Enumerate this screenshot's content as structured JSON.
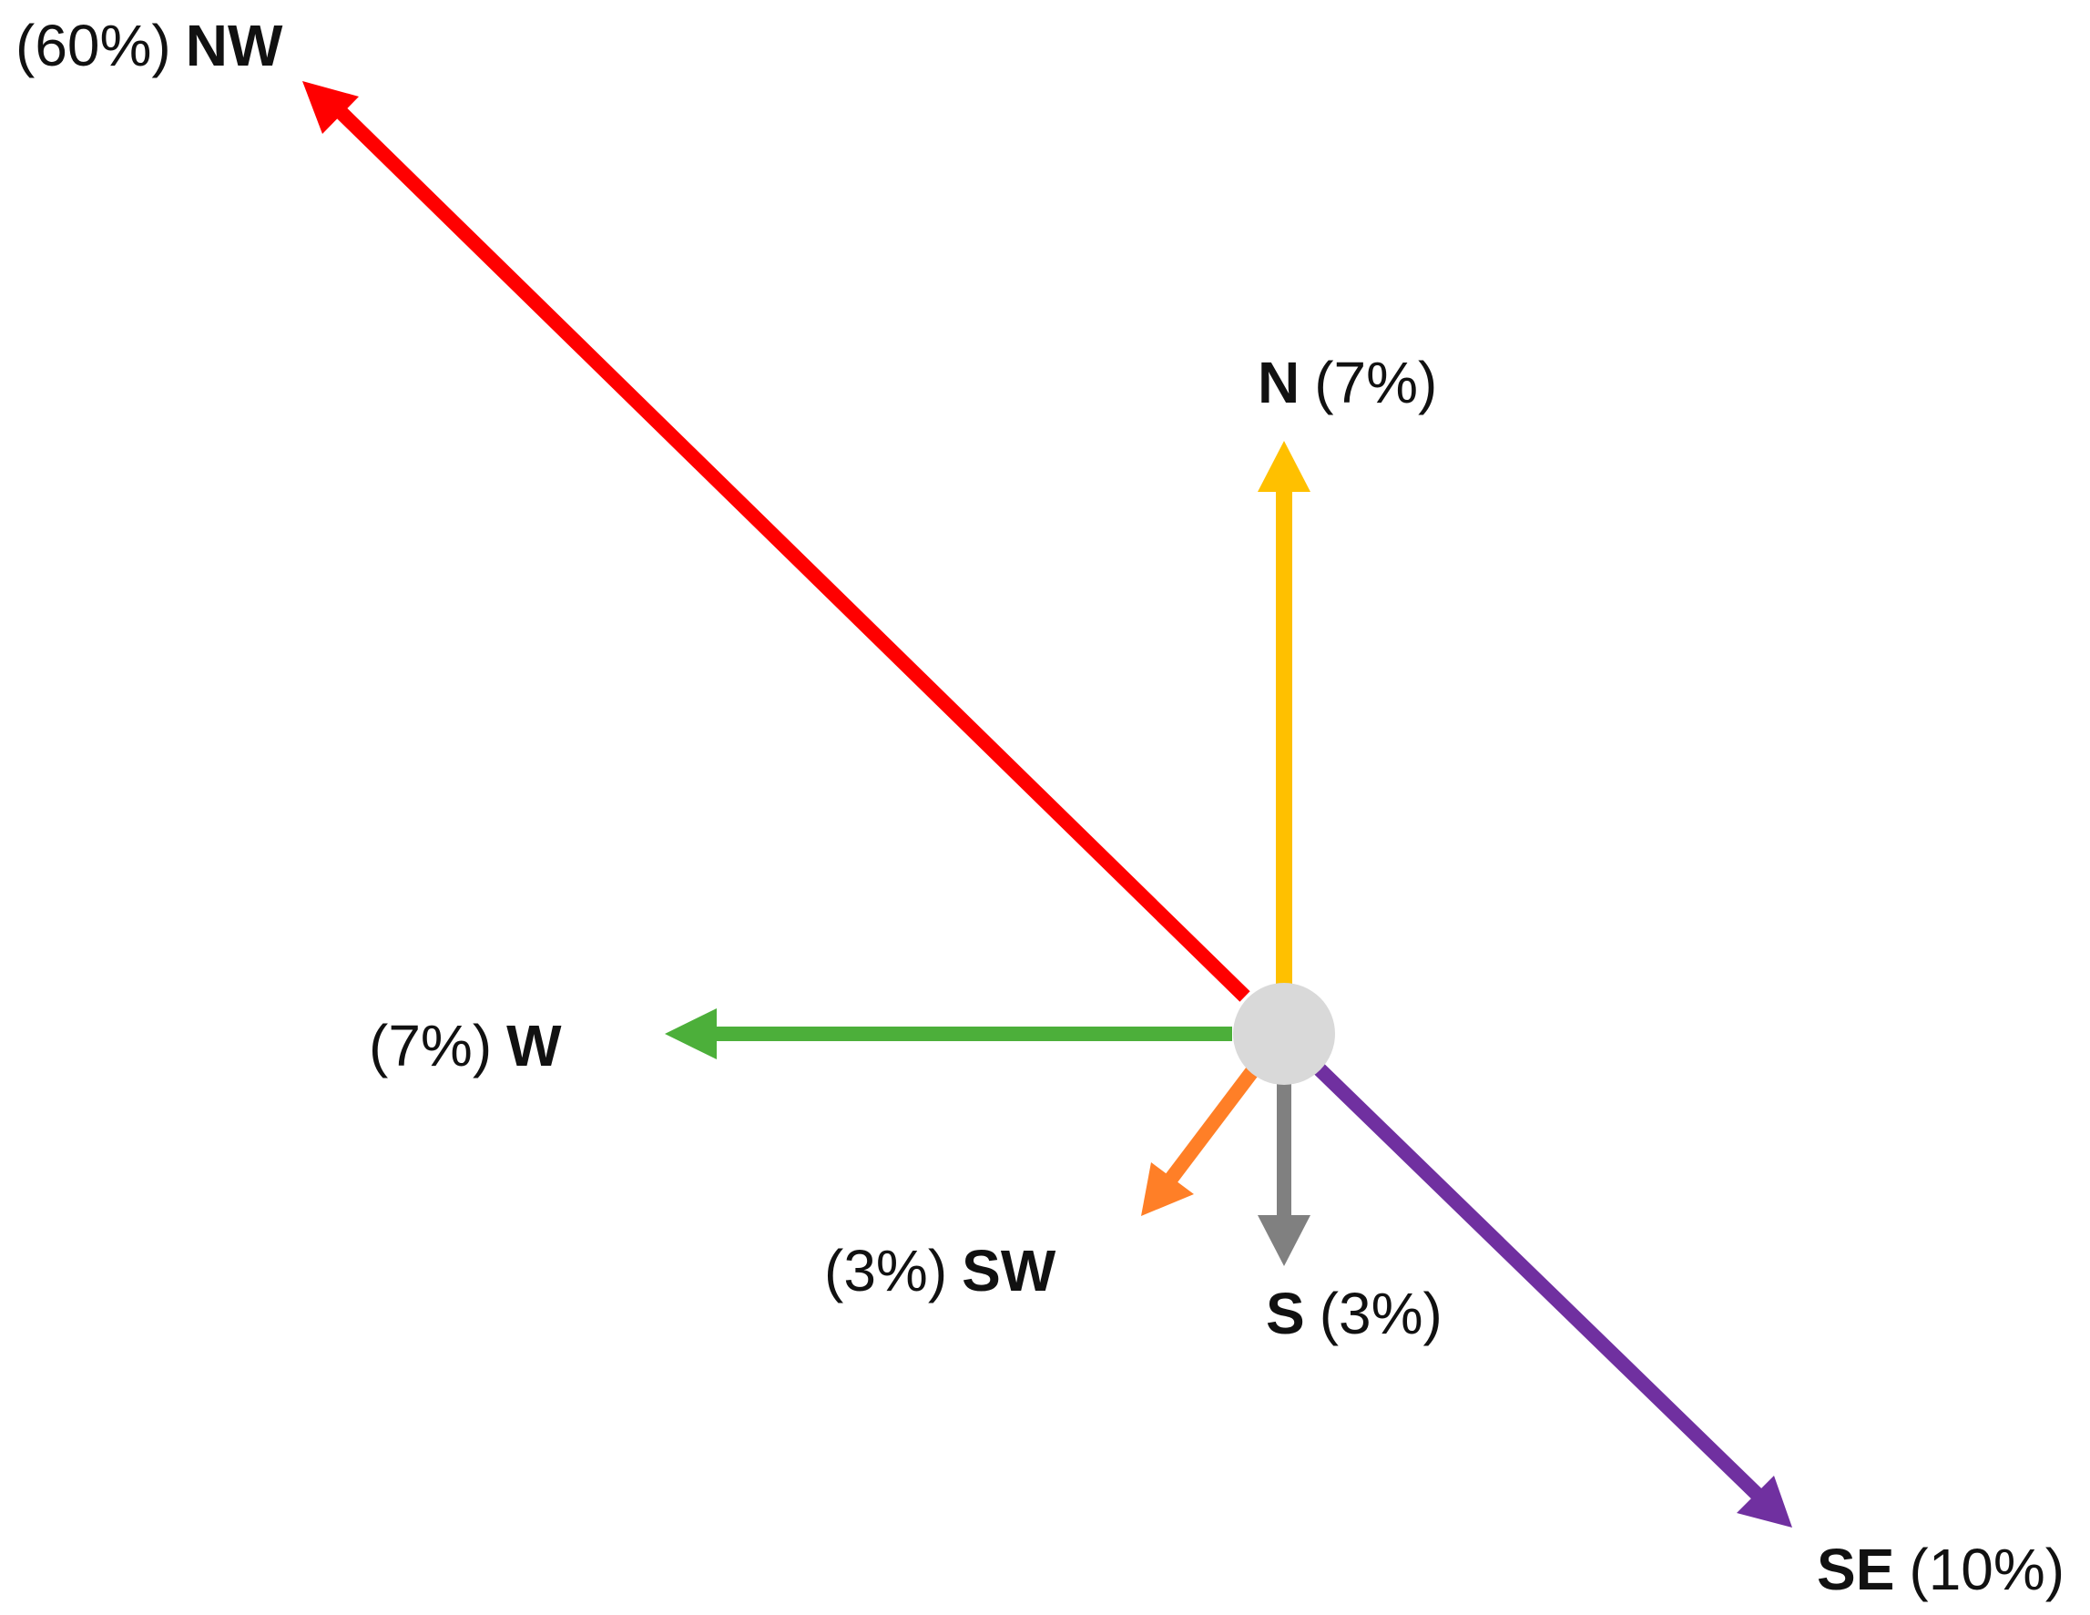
{
  "directions": [
    {
      "key": "NW",
      "label": "NW",
      "percent": "(60%)",
      "value": 60,
      "color": "#ff0000"
    },
    {
      "key": "N",
      "label": "N",
      "percent": "(7%)",
      "value": 7,
      "color": "#ffc000"
    },
    {
      "key": "W",
      "label": "W",
      "percent": "(7%)",
      "value": 7,
      "color": "#4caf3a"
    },
    {
      "key": "SW",
      "label": "SW",
      "percent": "(3%)",
      "value": 3,
      "color": "#ff7f27"
    },
    {
      "key": "S",
      "label": "S",
      "percent": "(3%)",
      "value": 3,
      "color": "#808080"
    },
    {
      "key": "SE",
      "label": "SE",
      "percent": "(10%)",
      "value": 10,
      "color": "#7030a0"
    }
  ],
  "center_color": "#d9d9d9"
}
